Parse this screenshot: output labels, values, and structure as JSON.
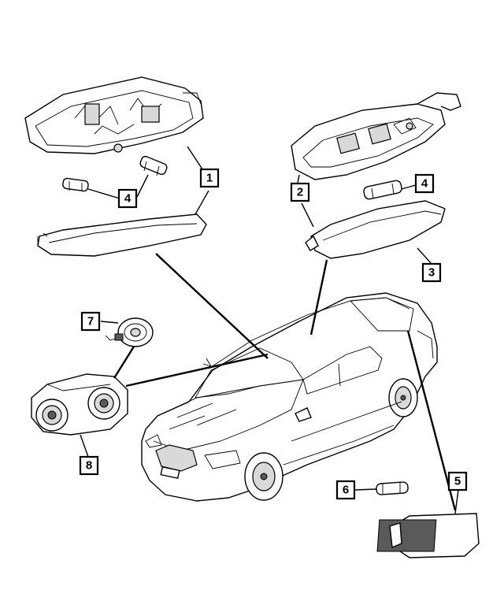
{
  "callouts": [
    {
      "id": "c1",
      "label": "1"
    },
    {
      "id": "c2",
      "label": "2"
    },
    {
      "id": "c3",
      "label": "3"
    },
    {
      "id": "c4a",
      "label": "4"
    },
    {
      "id": "c4b",
      "label": "4"
    },
    {
      "id": "c5",
      "label": "5"
    },
    {
      "id": "c6",
      "label": "6"
    },
    {
      "id": "c7",
      "label": "7"
    },
    {
      "id": "c8",
      "label": "8"
    }
  ],
  "colors": {
    "line": "#000000",
    "background": "#ffffff",
    "shade": "#d9d9d9"
  }
}
